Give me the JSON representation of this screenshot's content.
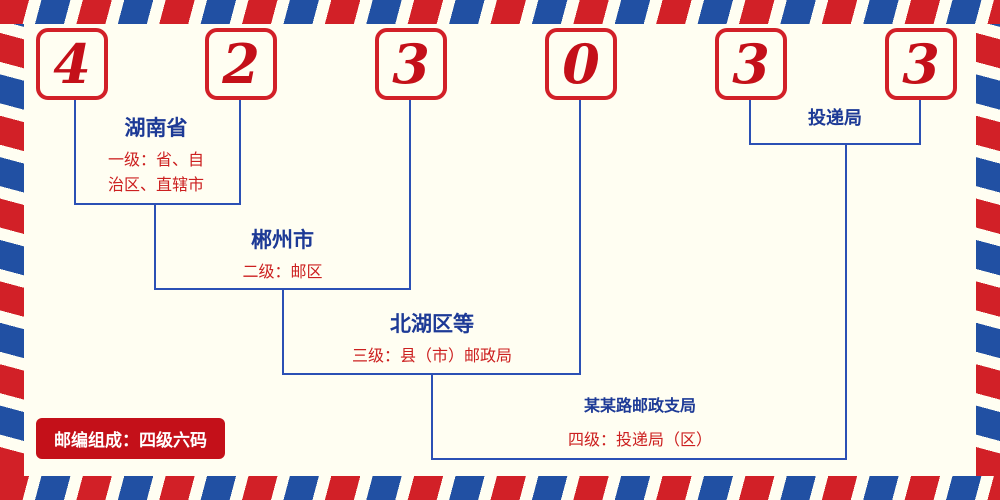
{
  "postal_code": "423033",
  "digits": [
    "4",
    "2",
    "3",
    "0",
    "3",
    "3"
  ],
  "levels": [
    {
      "name": "湖南省",
      "desc": "一级：省、自\n治区、直辖市"
    },
    {
      "name": "郴州市",
      "desc": "二级：邮区"
    },
    {
      "name": "北湖区等",
      "desc": "三级：县（市）邮政局"
    },
    {
      "name": "某某路邮政支局",
      "desc": "四级：投递局（区）"
    },
    {
      "name": "投递局",
      "desc": ""
    }
  ],
  "badge": {
    "label": "邮编组成：四级六码"
  },
  "colors": {
    "digit_red": "#c41019",
    "box_border_red": "#d22028",
    "label_blue": "#1d3a96",
    "desc_red": "#cc2020",
    "line_blue": "#2b50b5",
    "stripe_red": "#d22027",
    "stripe_blue": "#2150a3",
    "background": "#fffef2",
    "badge_bg": "#c41019",
    "badge_text": "#ffffff"
  }
}
